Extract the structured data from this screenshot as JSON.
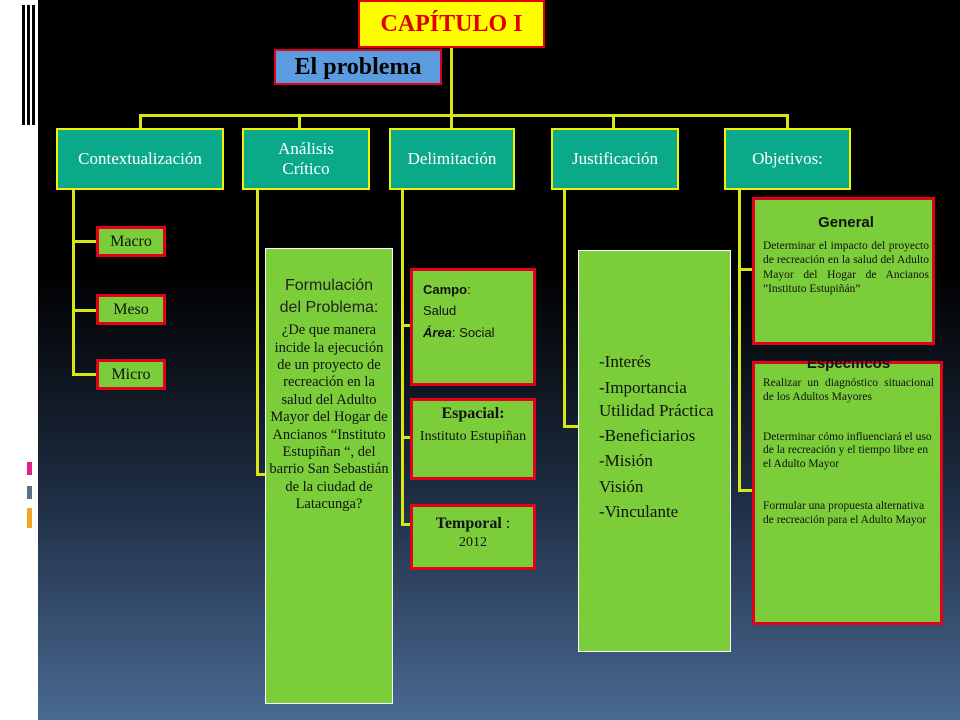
{
  "title": "CAPÍTULO I",
  "subtitle": "El problema",
  "categories": [
    {
      "label": "Contextualización"
    },
    {
      "label": "Análisis Crítico"
    },
    {
      "label": "Delimitación"
    },
    {
      "label": "Justificación"
    },
    {
      "label": "Objetivos:"
    }
  ],
  "context_items": [
    "Macro",
    "Meso",
    "Micro"
  ],
  "formulacion": {
    "heading": "Formulación del Problema:",
    "question": "¿De que manera incide la ejecución de un proyecto de recreación en la salud del Adulto Mayor del Hogar de Ancianos “Instituto Estupiñan “, del barrio San Sebastián de la ciudad de Latacunga?"
  },
  "delimitacion": {
    "campo_label": "Campo",
    "campo_value": "Salud",
    "area_label": "Área",
    "area_value": "Social",
    "espacial_label": "Espacial:",
    "espacial_value": "Instituto Estupiñan",
    "temporal_label": "Temporal",
    "temporal_value": "2012"
  },
  "justificacion_items": [
    "-Interés",
    "-Importancia",
    "Utilidad Práctica",
    "-Beneficiarios",
    "-Misión",
    "Visión",
    "-Vinculante"
  ],
  "objetivos": {
    "general_heading": "General",
    "general_text": "Determinar el impacto del proyecto de recreación en la salud del Adulto Mayor del Hogar de Ancianos ”Instituto Estupiñán”",
    "especificos_heading": "Específicos",
    "especificos_items": [
      "Realizar un diagnóstico situacional de los Adultos Mayores",
      "Determinar cómo influenciará el uso de la recreación y el tiempo libre en el Adulto Mayor",
      "Formular una propuesta alternativa de recreación para el Adulto Mayor"
    ]
  },
  "colors": {
    "header_fill": "#ffff00",
    "subtitle_fill": "#5b9be0",
    "category_fill": "#0aa98a",
    "leaf_fill": "#7ccd3a",
    "connector": "#d6e617",
    "leaf_border": "#e4001c"
  }
}
